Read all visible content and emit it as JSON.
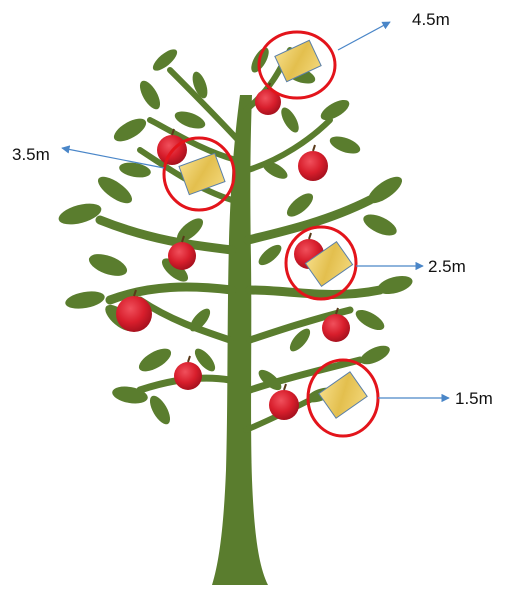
{
  "labels": {
    "h45": "4.5m",
    "h35": "3.5m",
    "h25": "2.5m",
    "h15": "1.5m"
  },
  "colors": {
    "trunk": "#5a7d2e",
    "apple": "#d81e2c",
    "marker_circle": "#e3141b",
    "arrow": "#4a86c8",
    "sensor_fill": "#e7c75c"
  },
  "icons": {
    "sensor": "sensor-box-icon",
    "apple": "apple-icon",
    "leaf": "leaf-icon"
  }
}
